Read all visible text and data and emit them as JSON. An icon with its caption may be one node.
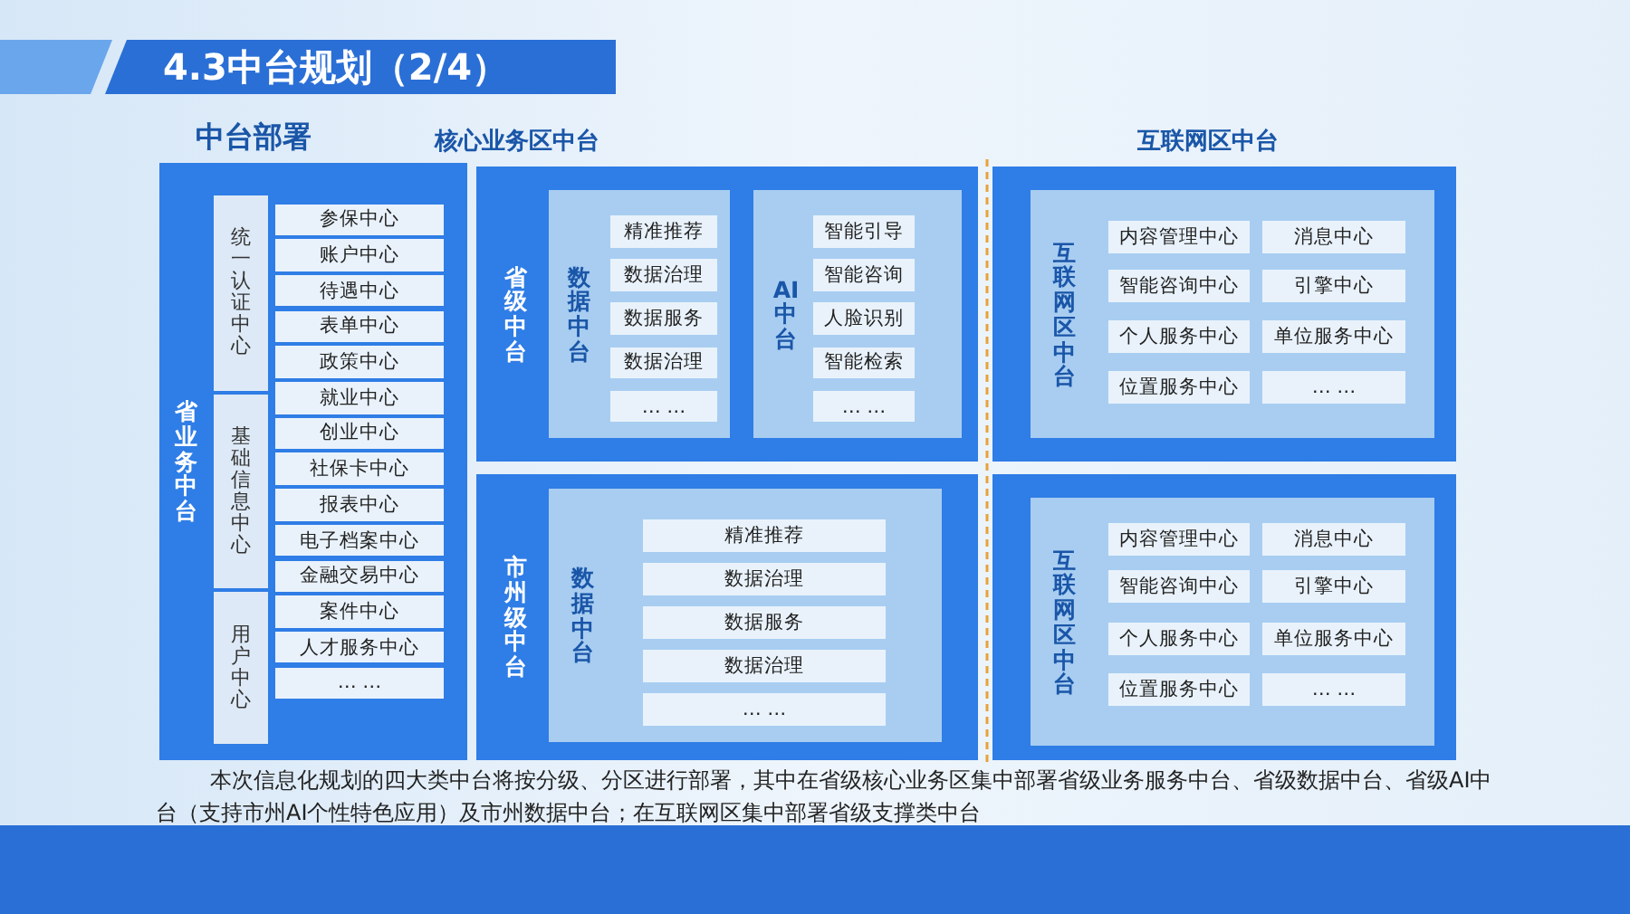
{
  "diagram": {
    "title": "4.3中台规划（2/4）",
    "caption": "本次信息化规划的四大类中台将按分级、分区进行部署，其中在省级核心业务区集中部署省级业务服务中台、省级数据中台、省级AI中台（支持市州AI个性特色应用）及市州数据中台；在互联网区集中部署省级支撑类中台",
    "nodes": [
      {
        "text": [
          "省业务中台"
        ]
      },
      {
        "text": [
          "统一认证中心"
        ],
        "in": 0
      },
      {
        "text": [
          "参保中心"
        ],
        "in": 0
      },
      {
        "text": [
          "账户中心"
        ],
        "in": 0
      },
      {
        "text": [
          "待遇中心"
        ],
        "in": 0
      },
      {
        "text": [
          "表单中心"
        ],
        "in": 0
      },
      {
        "text": [
          "政策中心"
        ],
        "in": 0
      },
      {
        "text": [
          "基础信息中心"
        ],
        "in": 0
      },
      {
        "text": [
          "就业中心"
        ],
        "in": 0
      },
      {
        "text": [
          "创业中心"
        ],
        "in": 0
      },
      {
        "text": [
          "社保卡中心"
        ],
        "in": 0
      },
      {
        "text": [
          "报表中心"
        ],
        "in": 0
      },
      {
        "text": [
          "电子档案中心"
        ],
        "in": 0
      },
      {
        "text": [
          "用户中心"
        ],
        "in": 0
      },
      {
        "text": [
          "金融交易中心"
        ],
        "in": 0
      },
      {
        "text": [
          "案件中心"
        ],
        "in": 0
      },
      {
        "text": [
          "人才服务中心"
        ],
        "in": 0
      },
      {
        "text": [
          "… …"
        ],
        "in": 0
      },
      {
        "text": [
          "省级中台"
        ]
      },
      {
        "text": [
          "数据中台"
        ],
        "in": 18
      },
      {
        "text": [
          "精准推荐"
        ],
        "in": 19
      },
      {
        "text": [
          "数据治理"
        ],
        "in": 19
      },
      {
        "text": [
          "数据服务"
        ],
        "in": 19
      },
      {
        "text": [
          "数据治理"
        ],
        "in": 19
      },
      {
        "text": [
          "… …"
        ],
        "in": 19
      },
      {
        "text": [
          "AI中台"
        ],
        "in": 18
      },
      {
        "text": [
          "智能引导"
        ],
        "in": 25
      },
      {
        "text": [
          "智能咨询"
        ],
        "in": 25
      },
      {
        "text": [
          "人脸识别"
        ],
        "in": 25
      },
      {
        "text": [
          "智能检索"
        ],
        "in": 25
      },
      {
        "text": [
          "… …"
        ],
        "in": 25
      },
      {
        "text": [
          "市州级中台"
        ]
      },
      {
        "text": [
          "数据中台"
        ],
        "in": 31
      },
      {
        "text": [
          "精准推荐"
        ],
        "in": 32
      },
      {
        "text": [
          "数据治理"
        ],
        "in": 32
      },
      {
        "text": [
          "数据服务"
        ],
        "in": 32
      },
      {
        "text": [
          "数据治理"
        ],
        "in": 32
      },
      {
        "text": [
          "… …"
        ],
        "in": 32
      },
      {
        "text": [],
        "shape": "box"
      },
      {
        "text": [
          "互联网区中台"
        ],
        "in": 38
      },
      {
        "text": [
          "内容管理中心"
        ],
        "in": 39
      },
      {
        "text": [
          "消息中心"
        ],
        "in": 39
      },
      {
        "text": [
          "智能咨询中心"
        ],
        "in": 39
      },
      {
        "text": [
          "引擎中心"
        ],
        "in": 39
      },
      {
        "text": [
          "个人服务中心"
        ],
        "in": 39
      },
      {
        "text": [
          "单位服务中心"
        ],
        "in": 39
      },
      {
        "text": [
          "位置服务中心"
        ],
        "in": 39
      },
      {
        "text": [
          "… …"
        ],
        "in": 39
      },
      {
        "text": [],
        "shape": "box"
      },
      {
        "text": [
          "互联网区中台"
        ],
        "in": 48
      },
      {
        "text": [
          "内容管理中心"
        ],
        "in": 49
      },
      {
        "text": [
          "消息中心"
        ],
        "in": 49
      },
      {
        "text": [
          "智能咨询中心"
        ],
        "in": 49
      },
      {
        "text": [
          "引擎中心"
        ],
        "in": 49
      },
      {
        "text": [
          "个人服务中心"
        ],
        "in": 49
      },
      {
        "text": [
          "单位服务中心"
        ],
        "in": 49
      },
      {
        "text": [
          "位置服务中心"
        ],
        "in": 49
      },
      {
        "text": [
          "… …"
        ],
        "in": 49
      }
    ],
    "labels": [
      "中台部署",
      "核心业务区中台",
      "互联网区中台"
    ]
  }
}
